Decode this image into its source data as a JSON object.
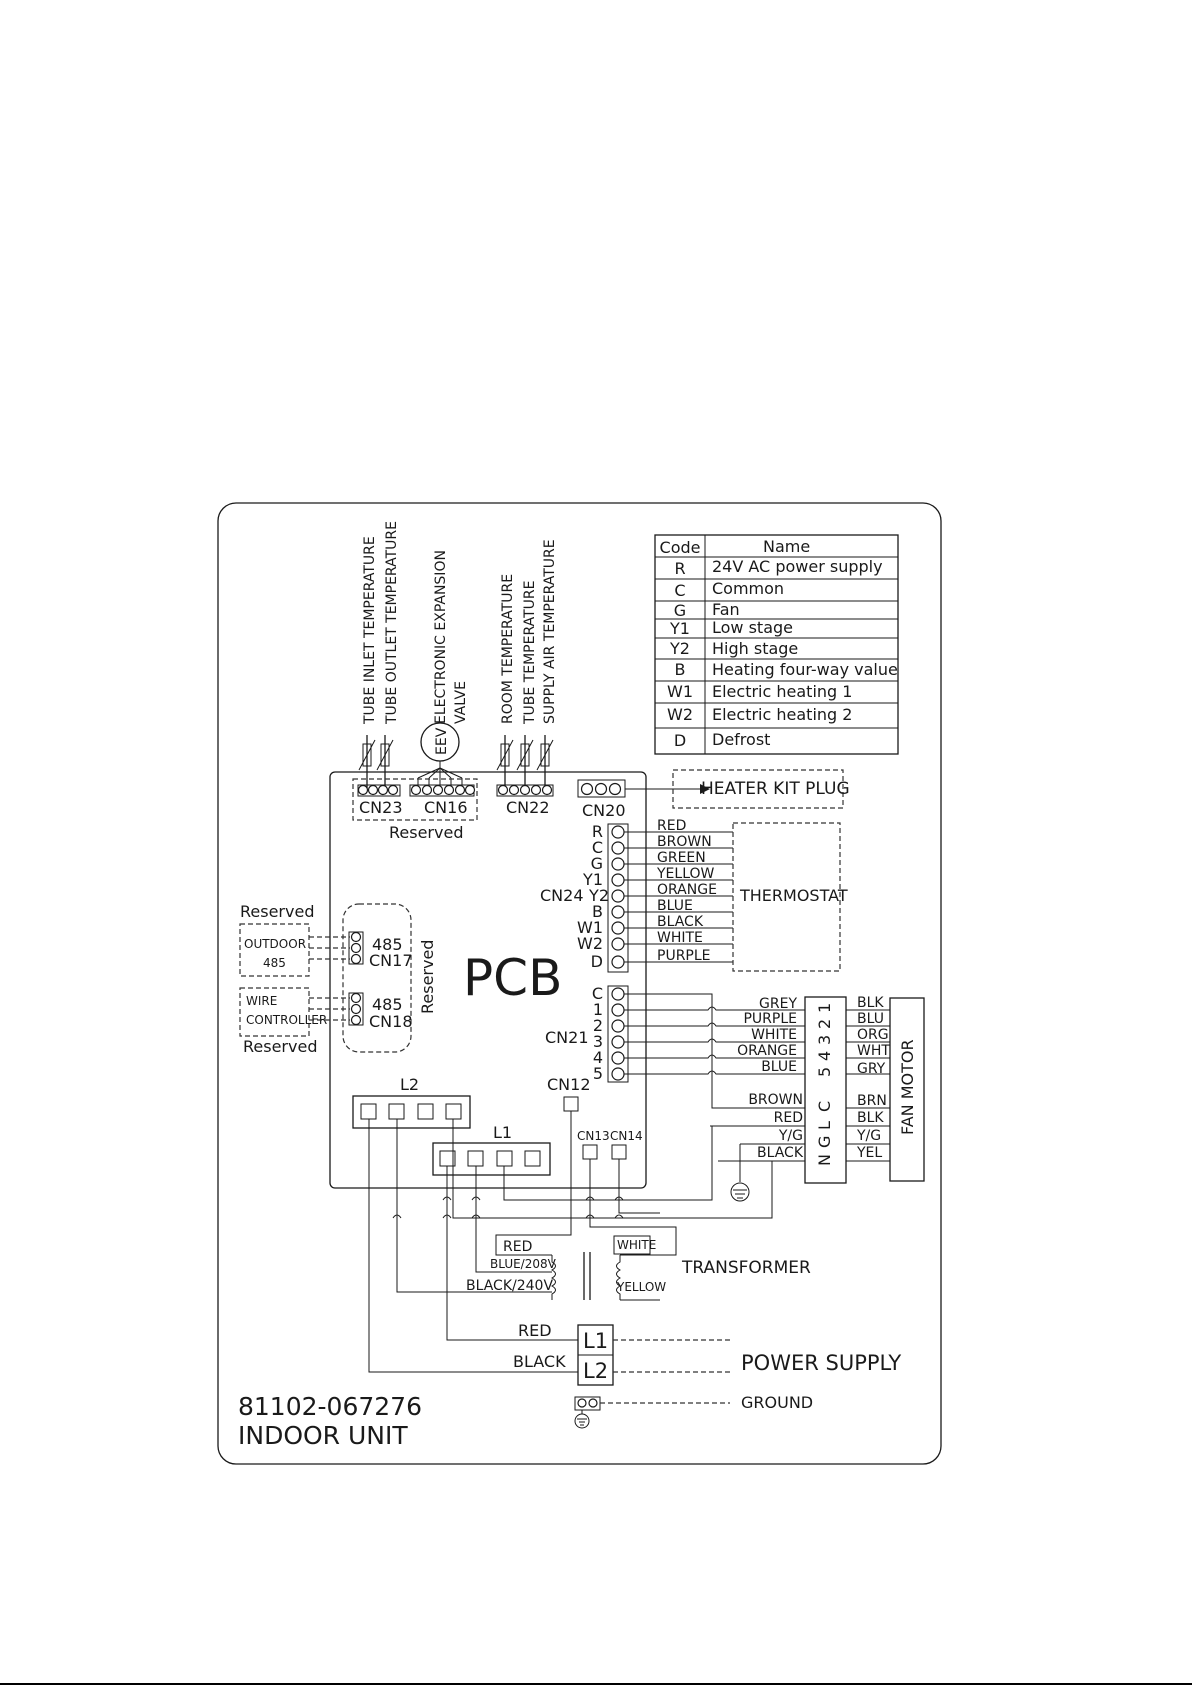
{
  "legend": {
    "header": {
      "code": "Code",
      "name": "Name"
    },
    "rows": [
      {
        "code": "R",
        "name": "24V AC power supply"
      },
      {
        "code": "C",
        "name": "Common"
      },
      {
        "code": "G",
        "name": "Fan"
      },
      {
        "code": "Y1",
        "name": "Low stage"
      },
      {
        "code": "Y2",
        "name": "High stage"
      },
      {
        "code": "B",
        "name": "Heating four-way value"
      },
      {
        "code": "W1",
        "name": "Electric heating 1"
      },
      {
        "code": "W2",
        "name": "Electric heating 2"
      },
      {
        "code": "D",
        "name": "Defrost"
      }
    ]
  },
  "sensors": {
    "tube_inlet": "TUBE INLET TEMPERATURE",
    "tube_outlet": "TUBE OUTLET TEMPERATURE",
    "eev_line1": "ELECTRONIC EXPANSION",
    "eev_line2": "VALVE",
    "room": "ROOM TEMPERATURE",
    "tube": "TUBE TEMPERATURE",
    "supply_air": "SUPPLY AIR TEMPERATURE",
    "eev_symbol": "EEV"
  },
  "pcb": {
    "label": "PCB",
    "cn23": "CN23",
    "cn16": "CN16",
    "cn22": "CN22",
    "cn20": "CN20",
    "cn24": "CN24",
    "cn21": "CN21",
    "cn12": "CN12",
    "cn13": "CN13",
    "cn14": "CN14",
    "cn17_top": "485",
    "cn17": "CN17",
    "cn18_top": "485",
    "cn18": "CN18",
    "l1": "L1",
    "l2": "L2",
    "reserved_top": "Reserved",
    "reserved_side": "Reserved"
  },
  "heater_kit": "HEATER KIT PLUG",
  "thermostat": {
    "label": "THERMOSTAT",
    "terminals": [
      "R",
      "C",
      "G",
      "Y1",
      "Y2",
      "B",
      "W1",
      "W2",
      "D"
    ],
    "wires": [
      "RED",
      "BROWN",
      "GREEN",
      "YELLOW",
      "ORANGE",
      "BLUE",
      "BLACK",
      "WHITE",
      "PURPLE"
    ]
  },
  "cn21": {
    "pins": [
      "C",
      "1",
      "2",
      "3",
      "4",
      "5"
    ],
    "wires": [
      "GREY",
      "PURPLE",
      "WHITE",
      "ORANGE",
      "BLUE"
    ]
  },
  "fan_block": {
    "top_labels": [
      "5",
      "4",
      "3",
      "2",
      "1"
    ],
    "bottom_labels": [
      "N",
      "G",
      "L",
      "C"
    ],
    "in_wires_lower": [
      "BROWN",
      "RED",
      "Y/G",
      "BLACK"
    ],
    "out_wires": [
      "BLK",
      "BLU",
      "ORG",
      "WHT",
      "GRY",
      "BRN",
      "BLK",
      "Y/G",
      "YEL"
    ],
    "motor": "FAN MOTOR"
  },
  "left_side": {
    "reserved_1": "Reserved",
    "outdoor_line1": "OUTDOOR",
    "outdoor_line2": "485",
    "wire_line1": "WIRE",
    "wire_line2": "CONTROLLER",
    "reserved_2": "Reserved"
  },
  "transformer": {
    "label": "TRANSFORMER",
    "red": "RED",
    "blue": "BLUE/208V",
    "black": "BLACK/240V",
    "white": "WHITE",
    "yellow": "YELLOW"
  },
  "power": {
    "red": "RED",
    "black": "BLACK",
    "l1": "L1",
    "l2": "L2",
    "supply": "POWER SUPPLY",
    "ground": "GROUND"
  },
  "footer": {
    "part_number": "81102-067276",
    "unit": "INDOOR UNIT"
  }
}
